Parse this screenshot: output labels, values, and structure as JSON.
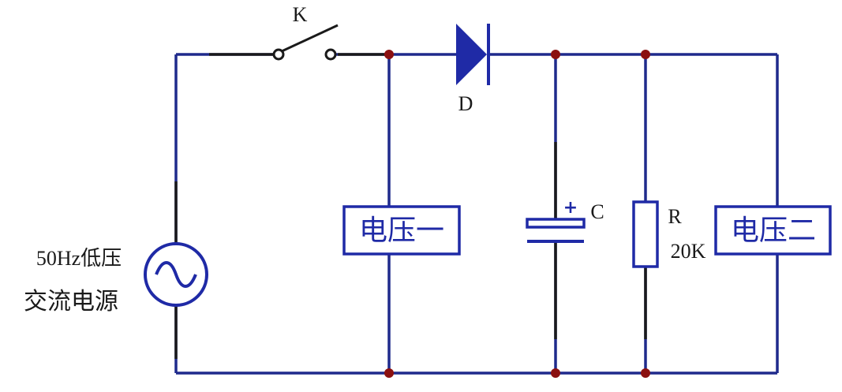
{
  "labels": {
    "switch": "K",
    "diode": "D",
    "capacitor": "C",
    "capacitor_polarity": "+",
    "resistor_name": "R",
    "resistor_value": "20K",
    "source_line1": "50Hz低压",
    "source_line2": "交流电源",
    "meter1": "电压一",
    "meter2": "电压二"
  },
  "colors": {
    "wire": "#1f2a8c",
    "wire_dark": "#1a1a1a",
    "junction": "#8b1010",
    "component": "#1f2aa6",
    "text": "#1a1a1a",
    "background": "#ffffff"
  }
}
